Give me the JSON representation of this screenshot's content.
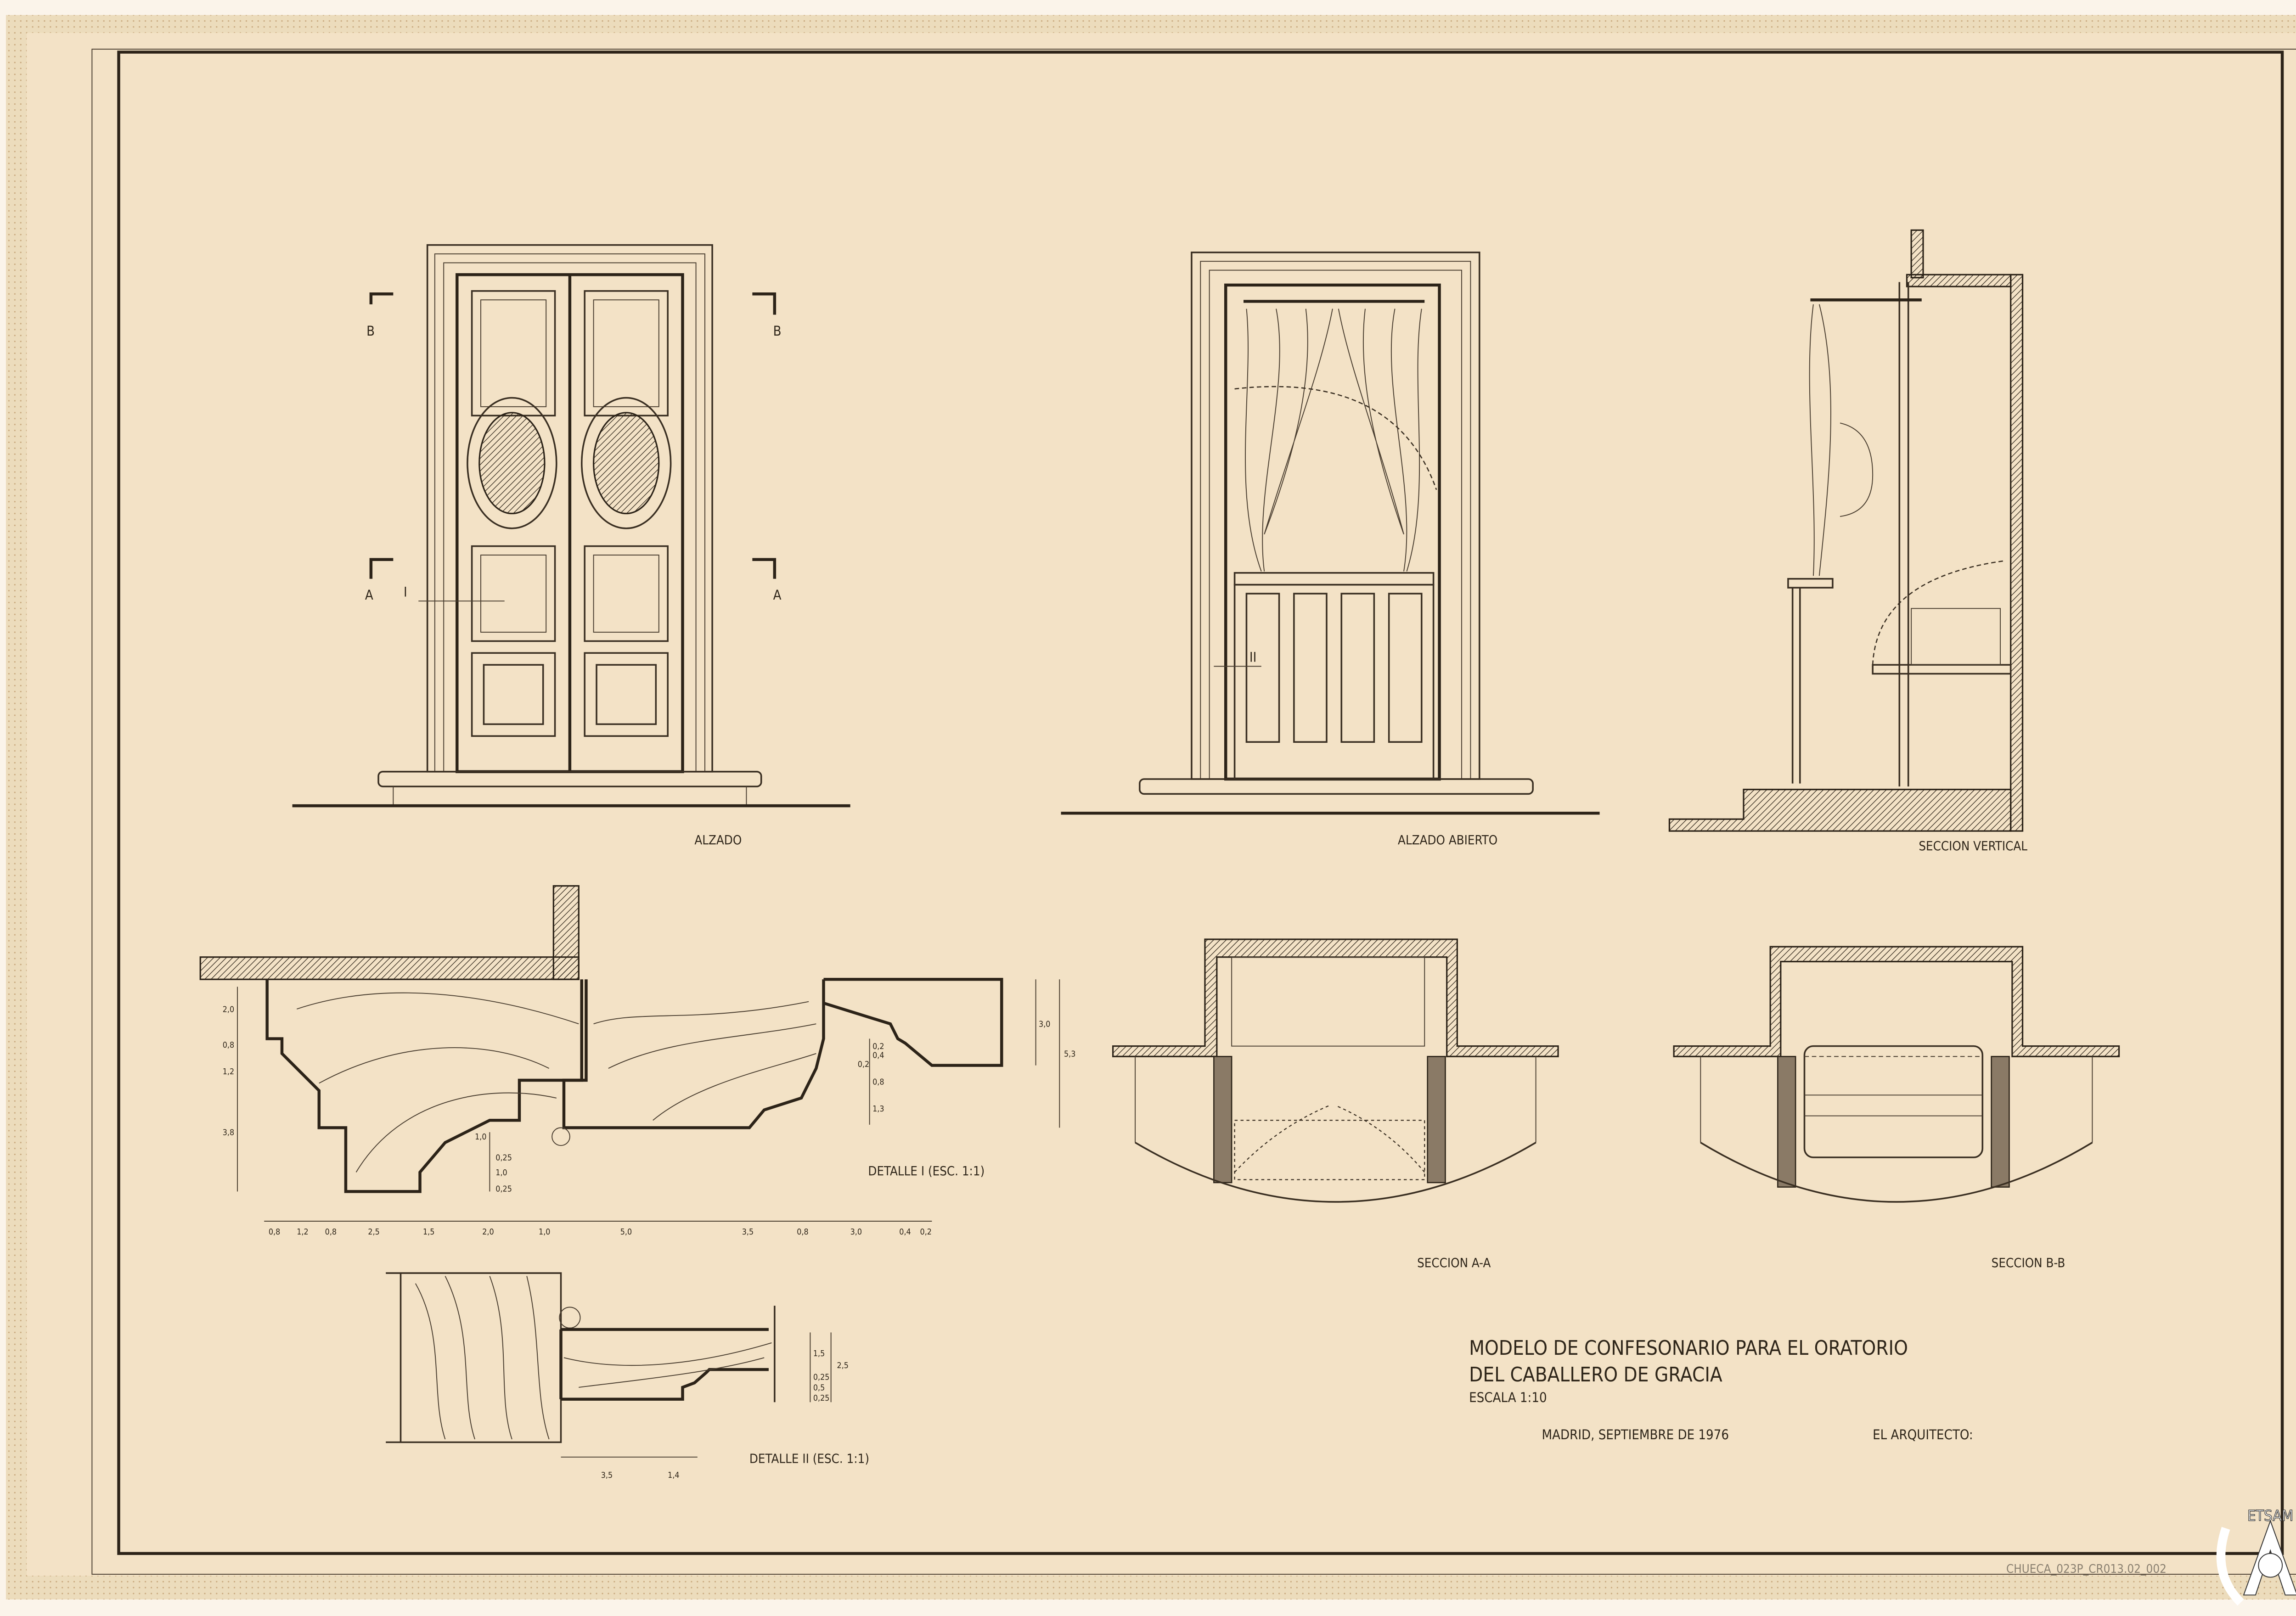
{
  "sheet": {
    "title_line1": "MODELO  DE  CONFESONARIO  PARA EL ORATORIO",
    "title_line2": "DEL  CABALLERO  DE  GRACIA",
    "scale": "ESCALA  1:10",
    "place_date": "MADRID, SEPTIEMBRE DE 1976",
    "signature_label": "EL  ARQUITECTO:",
    "archive_code": "CHUECA_023P_CR013.02_002",
    "stamp_text": "ETSAM"
  },
  "views": {
    "alzado": "ALZADO",
    "alzado_abierto": "ALZADO   ABIERTO",
    "seccion_vertical": "SECCION  VERTICAL",
    "seccion_aa": "SECCION  A-A",
    "seccion_bb": "SECCION  B-B",
    "detalle_1": "DETALLE  I  (ESC. 1:1)",
    "detalle_2": "DETALLE  II  (ESC. 1:1)"
  },
  "markers": {
    "section_b": "B",
    "section_a": "A",
    "detail_1": "I",
    "detail_2": "II"
  },
  "detalle_1_dims": {
    "left": [
      "2,0",
      "0,8",
      "1,2",
      "3,8"
    ],
    "center": [
      "1,0",
      "0,25",
      "1,0",
      "0,25"
    ],
    "right_inner": [
      "0,2",
      "0,4",
      "0,2",
      "0,8",
      "1,3"
    ],
    "right_outer": [
      "3,0",
      "5,3"
    ],
    "bottom": [
      "0,8",
      "1,2",
      "0,8",
      "2,5",
      "1,5",
      "2,0",
      "1,0",
      "5,0",
      "3,5",
      "0,8",
      "3,0",
      "0,4",
      "0,2"
    ]
  },
  "detalle_2_dims": {
    "right": [
      "1,5",
      "0,25",
      "0,5",
      "0,25",
      "2,5"
    ],
    "bottom": [
      "3,5",
      "1,4"
    ]
  },
  "colors": {
    "paper": "#f3e2c6",
    "ink": "#2e2519",
    "tape": "#ecdcbc"
  }
}
